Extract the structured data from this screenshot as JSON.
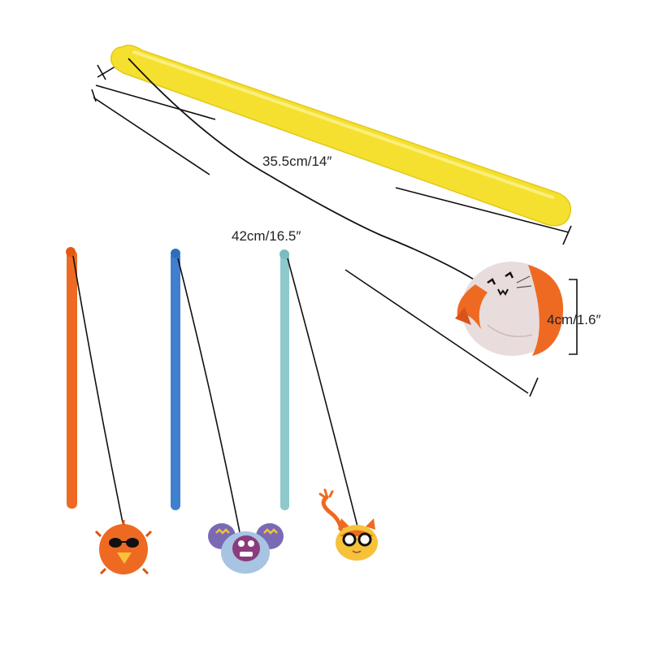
{
  "image": {
    "background": "#ffffff"
  },
  "dimensions": {
    "wand_length": "35.5cm/14″",
    "string_length": "42cm/16.5″",
    "ball_diameter": "4cm/1.6″"
  },
  "colors": {
    "yellow_wand": "#f5e030",
    "orange_wand": "#ee6a22",
    "blue_wand": "#3f7fcf",
    "teal_wand": "#8ec9cc",
    "string": "#111111",
    "cat_face_ball": "#e9dcdc",
    "cat_face_orange": "#ee6a22",
    "dimension_line": "#111111"
  },
  "toys": [
    {
      "wand_color": "yellow",
      "pendant": "cat-face-ball"
    },
    {
      "wand_color": "orange",
      "pendant": "fluffy-bird-ball"
    },
    {
      "wand_color": "blue",
      "pendant": "mouse-ball"
    },
    {
      "wand_color": "teal",
      "pendant": "rope-tail-cat-ball"
    }
  ]
}
